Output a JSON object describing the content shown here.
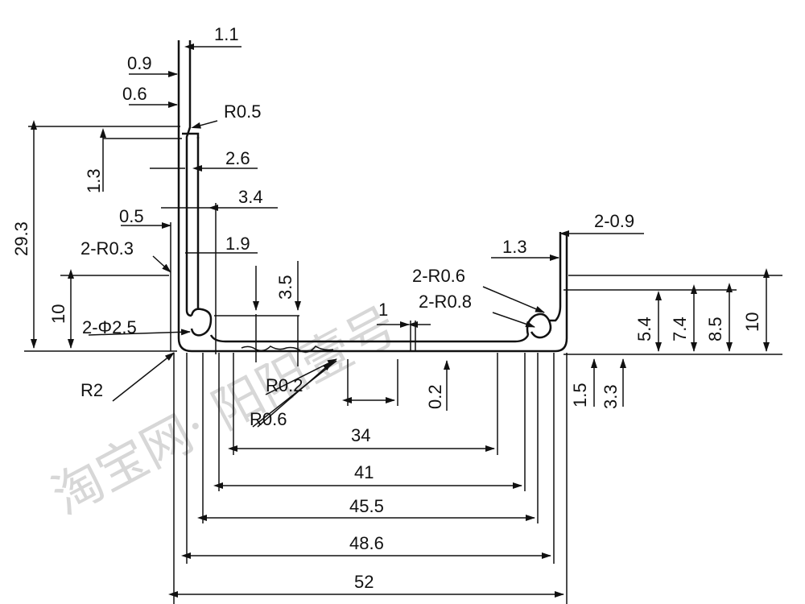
{
  "drawing": {
    "labels": {
      "t_1_1": "1.1",
      "t_0_9": "0.9",
      "t_0_6": "0.6",
      "r0_5": "R0.5",
      "h_29_3": "29.3",
      "t_1_3": "1.3",
      "w_2_6": "2.6",
      "w_3_4": "3.4",
      "t_0_5": "0.5",
      "r_2r0_3": "2-R0.3",
      "w_1_9": "1.9",
      "h_3_5": "3.5",
      "h_10_left": "10",
      "hole_2phi2_5": "2-Φ2.5",
      "r2": "R2",
      "r0_2": "R0.2",
      "r0_6": "R0.6",
      "w_1": "1",
      "h_0_2": "0.2",
      "r_2r0_6": "2-R0.6",
      "r_2r0_8": "2-R0.8",
      "t_1_3_right": "1.3",
      "t_2_0_9": "2-0.9",
      "h_5_4": "5.4",
      "h_7_4": "7.4",
      "h_8_5": "8.5",
      "h_10_right": "10",
      "h_1_5": "1.5",
      "h_3_3": "3.3",
      "w_34": "34",
      "w_41": "41",
      "w_45_5": "45.5",
      "w_48_6": "48.6",
      "w_52": "52"
    },
    "watermark": "淘宝网· 阳阳壹号"
  }
}
